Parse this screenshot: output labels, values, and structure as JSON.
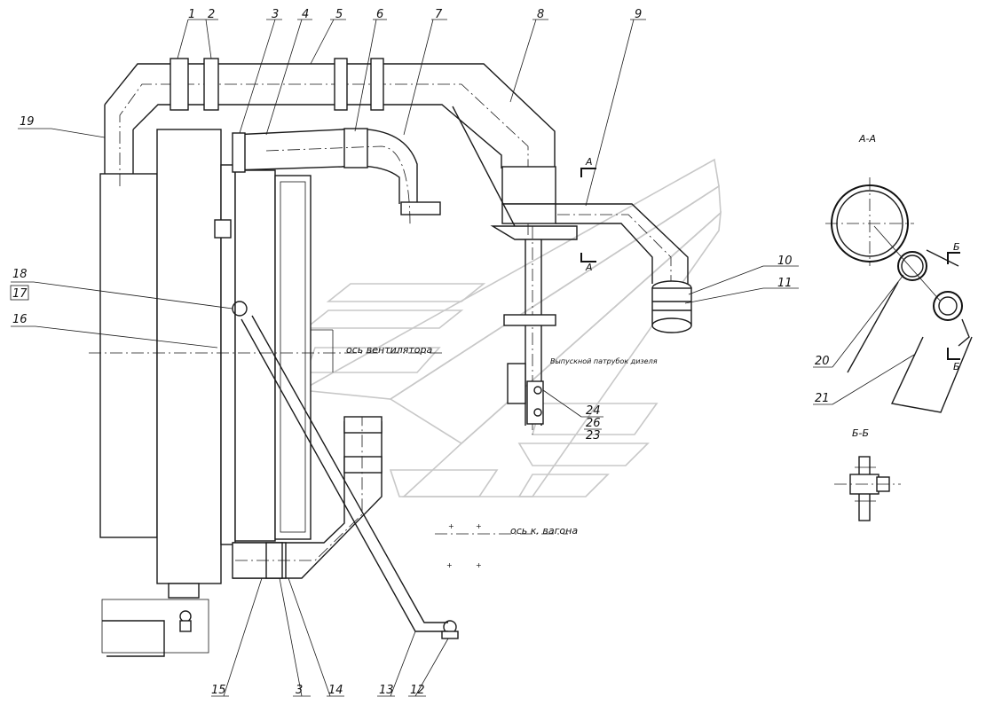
{
  "callouts": {
    "c1": "1",
    "c2": "2",
    "c3a": "3",
    "c4": "4",
    "c5": "5",
    "c6": "6",
    "c7": "7",
    "c8": "8",
    "c9": "9",
    "c10": "10",
    "c11": "11",
    "c12": "12",
    "c13": "13",
    "c14": "14",
    "c3b": "3",
    "c15": "15",
    "c16": "16",
    "c17": "17",
    "c18": "18",
    "c19": "19",
    "c20": "20",
    "c21": "21",
    "c24": "24",
    "c26": "26",
    "c23": "23"
  },
  "labels": {
    "section_aa_title": "А-А",
    "section_bb_title": "Б-Б",
    "cut_a_top": "А",
    "cut_a_bottom": "А",
    "cut_b_top": "Б",
    "cut_b_bottom": "Б",
    "fan_axis": "ось вентилятора",
    "exhaust_pipe": "Выпускной патрубок дизеля",
    "chassis_axis": "ось к. вагона"
  }
}
